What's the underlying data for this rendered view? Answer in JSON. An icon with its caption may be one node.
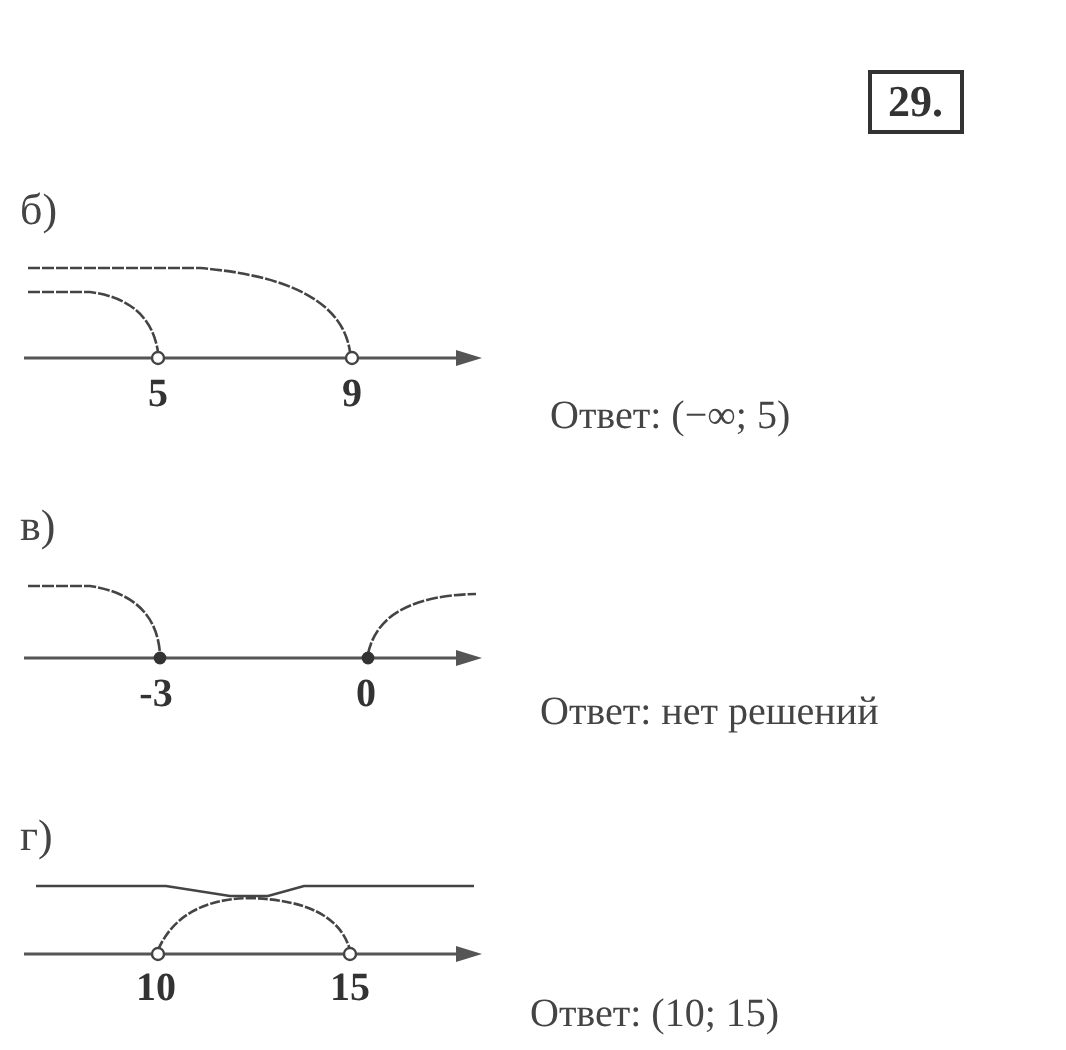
{
  "diagram": {
    "labels": [
      "29.",
      "б)",
      "5",
      "9",
      "Ответ: (−∞; 5)",
      "в)",
      "-3",
      "0",
      "Ответ: нет решений",
      "г)",
      "10",
      "15",
      "Ответ: (10; 15)"
    ]
  }
}
